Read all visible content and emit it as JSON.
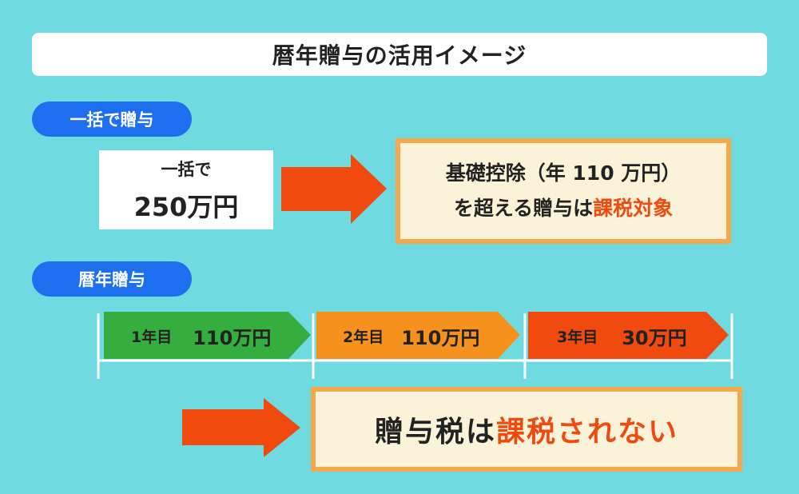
{
  "title": "暦年贈与の活用イメージ",
  "lump_sum": {
    "tag": "一括で贈与",
    "line1": "一括で",
    "line2": "250万円",
    "result_line1": "基礎控除（年 110 万円）",
    "result_line2_prefix": "を超える贈与は",
    "result_line2_emphasis": "課税対象"
  },
  "annual": {
    "tag": "暦年贈与",
    "years": [
      {
        "label": "1年目",
        "amount": "110万円",
        "color": "#35ad3f"
      },
      {
        "label": "2年目",
        "amount": "110万円",
        "color": "#f7911e"
      },
      {
        "label": "3年目",
        "amount": "30万円",
        "color": "#f04a0f"
      }
    ],
    "result_prefix": "贈与税は",
    "result_emphasis": "課税されない"
  },
  "colors": {
    "background": "#6fdbe1",
    "pill": "#1e6ff0",
    "arrow": "#f04a0f",
    "result_border": "#f5a94a",
    "result_fill": "#fbf3d9"
  }
}
